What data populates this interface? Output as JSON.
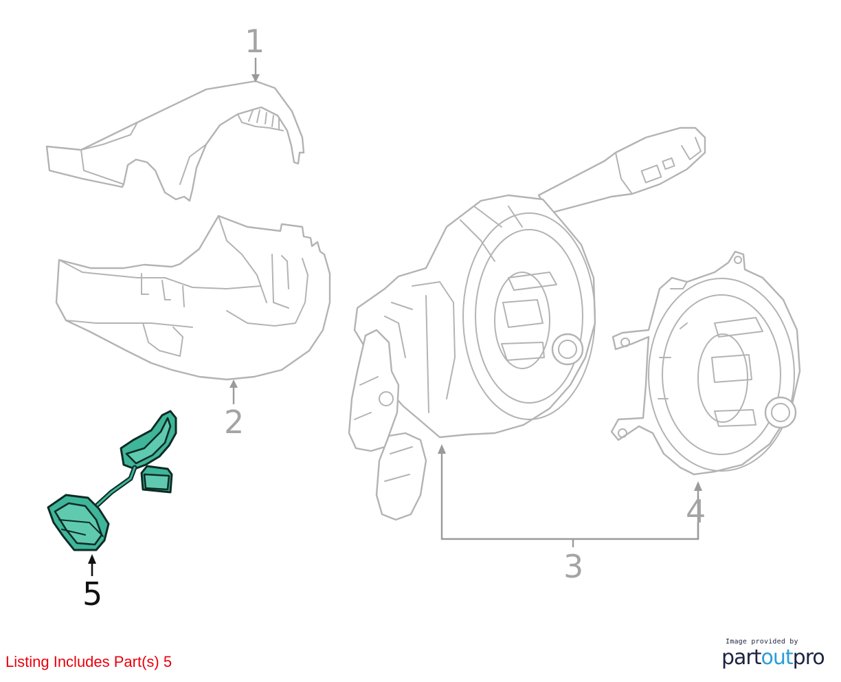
{
  "callouts": {
    "c1": "1",
    "c2": "2",
    "c3": "3",
    "c4": "4",
    "c5": "5"
  },
  "listing_note": "Listing Includes Part(s) 5",
  "credit": {
    "caption": "Image provided by",
    "logo_part1": "part",
    "logo_part2": "out",
    "logo_part3": "pro"
  },
  "colors": {
    "highlight_part": "#3fb59a",
    "listing_note": "#e8000b",
    "line_art": "#b3b3b3",
    "logo_dark": "#1c2340",
    "logo_accent": "#2a9dd8"
  },
  "icons": {
    "highlighted_part": "wiring-harness-connector",
    "other_parts": [
      "upper-steering-column-cover",
      "lower-steering-column-cover",
      "combination-switch-assembly",
      "clock-spring"
    ]
  }
}
